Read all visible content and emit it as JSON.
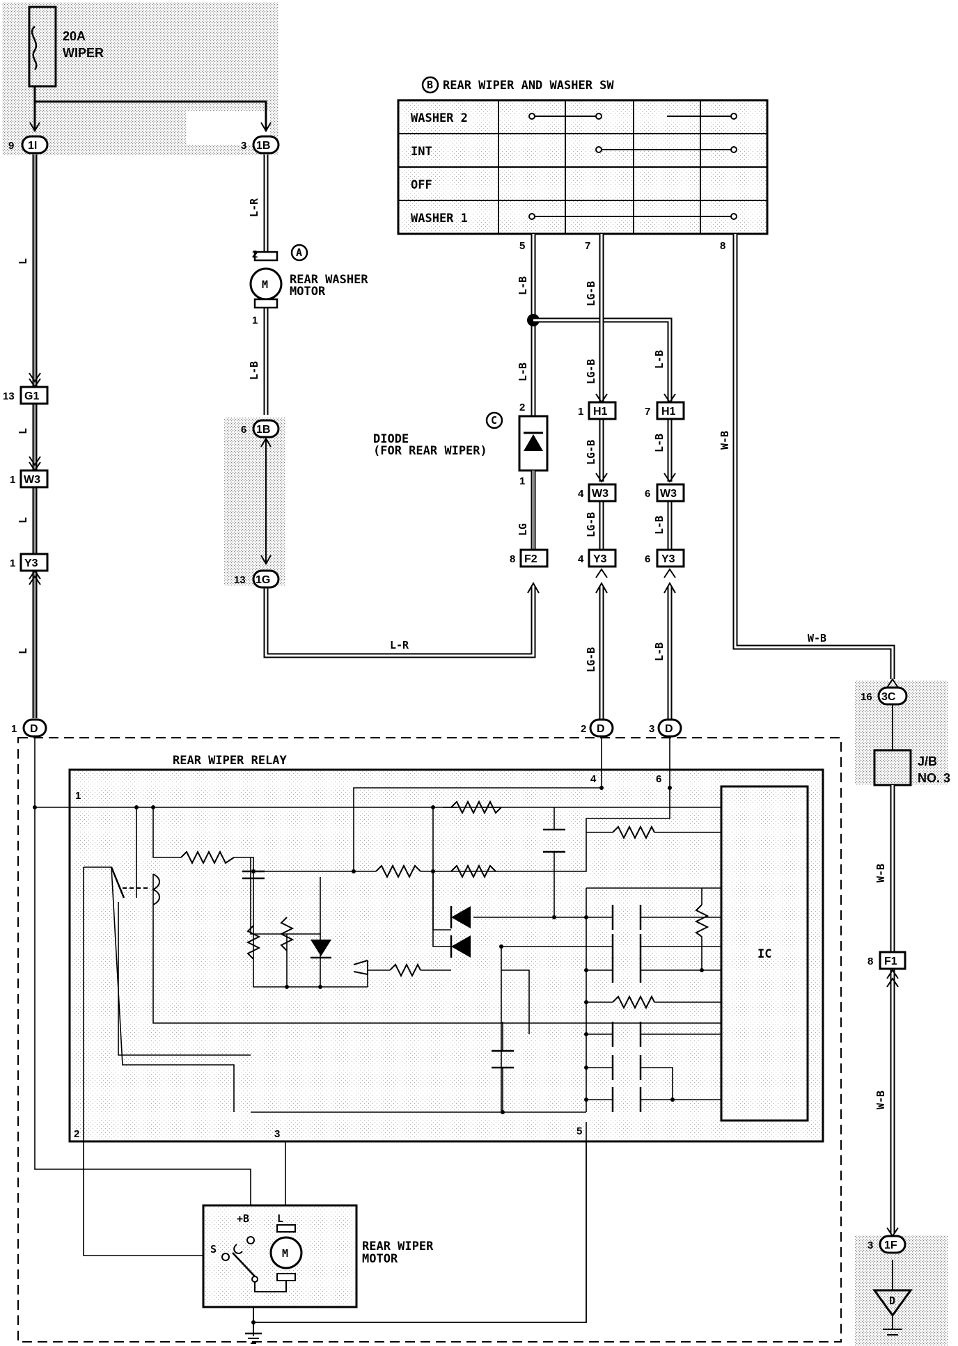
{
  "fuse": {
    "rating": "20A",
    "name": "WIPER"
  },
  "switch": {
    "marker": "B",
    "title": "REAR WIPER AND WASHER SW",
    "positions": [
      "WASHER 2",
      "INT",
      "OFF",
      "WASHER 1"
    ],
    "pins": {
      "a": "5",
      "b": "7",
      "c": "8"
    }
  },
  "washer_motor": {
    "marker": "A",
    "name_line1": "REAR WASHER",
    "name_line2": "MOTOR",
    "symbol": "M",
    "pin_top": "2",
    "pin_bottom": "1"
  },
  "diode": {
    "marker": "C",
    "name_line1": "DIODE",
    "name_line2": "(FOR REAR WIPER)",
    "pin_top": "2",
    "pin_bottom": "1"
  },
  "relay": {
    "name": "REAR WIPER RELAY",
    "ic": "IC",
    "pins": {
      "p1": "1",
      "p2": "2",
      "p3": "3",
      "p4": "4",
      "p5": "5",
      "p6": "6"
    }
  },
  "wiper_motor": {
    "name_line1": "REAR WIPER",
    "name_line2": "MOTOR",
    "term_b": "+B",
    "term_l": "L",
    "term_s": "S",
    "symbol": "M"
  },
  "junction_block": {
    "line1": "J/B",
    "line2": "NO. 3"
  },
  "ground": {
    "label": "D"
  },
  "connectors": {
    "c_1I": {
      "pin": "9",
      "id": "1I"
    },
    "c_1B_top": {
      "pin": "3",
      "id": "1B"
    },
    "c_1B_mid": {
      "pin": "6",
      "id": "1B"
    },
    "c_1G": {
      "pin": "13",
      "id": "1G"
    },
    "c_G1": {
      "pin": "13",
      "id": "G1"
    },
    "c_W3_left": {
      "pin": "1",
      "id": "W3"
    },
    "c_Y3_left": {
      "pin": "1",
      "id": "Y3"
    },
    "c_D_left": {
      "pin": "1",
      "id": "D"
    },
    "c_H1_a": {
      "pin": "1",
      "id": "H1"
    },
    "c_H1_b": {
      "pin": "7",
      "id": "H1"
    },
    "c_W3_a": {
      "pin": "4",
      "id": "W3"
    },
    "c_W3_b": {
      "pin": "6",
      "id": "W3"
    },
    "c_Y3_a": {
      "pin": "4",
      "id": "Y3"
    },
    "c_Y3_b": {
      "pin": "6",
      "id": "Y3"
    },
    "c_F2": {
      "pin": "8",
      "id": "F2"
    },
    "c_D_2": {
      "pin": "2",
      "id": "D"
    },
    "c_D_3": {
      "pin": "3",
      "id": "D"
    },
    "c_3C": {
      "pin": "16",
      "id": "3C"
    },
    "c_F1": {
      "pin": "8",
      "id": "F1"
    },
    "c_1F": {
      "pin": "3",
      "id": "1F"
    }
  },
  "wire_colors": {
    "l": "L",
    "lr": "L-R",
    "lb": "L-B",
    "lgb": "LG-B",
    "lg": "LG",
    "wb": "W-B"
  }
}
